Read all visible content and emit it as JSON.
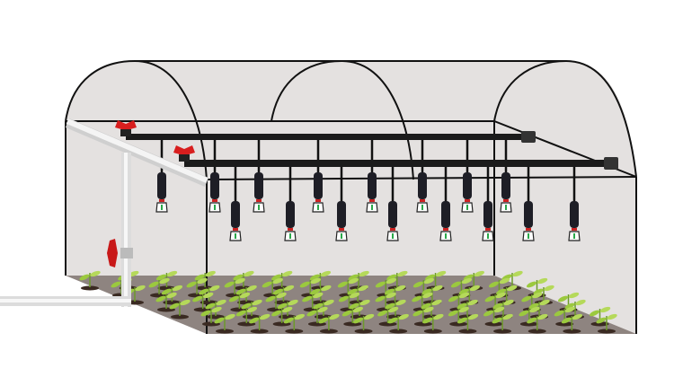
{
  "illustration": {
    "subject": "greenhouse-misting-system",
    "icons": [
      "greenhouse-icon",
      "mist-sprinkler-icon",
      "water-valve-icon",
      "seedling-icon",
      "water-pipe-icon"
    ],
    "colors": {
      "cover": "#e4e1e0",
      "frame": "#111111",
      "soil": "#8e8480",
      "pipe_black": "#1b1b1b",
      "pipe_white": "#e8e8e8",
      "valve": "#d81e1e",
      "leaf": "#9bc93e",
      "nozzle_tip": "#2aa84a"
    },
    "back_row_sprinklers": 8,
    "front_row_sprinklers": 8
  }
}
